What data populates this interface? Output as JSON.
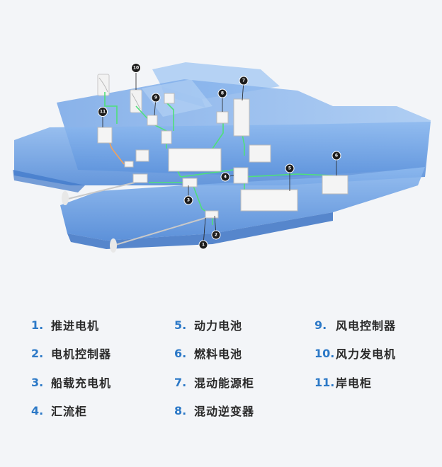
{
  "colors": {
    "hull": "#5b95e0",
    "cable": "#4fe07a",
    "cable_orange": "#f3a259",
    "marker": "#1d1d1d",
    "legend_number": "#2c79c7",
    "background": "#f3f5f8"
  },
  "markers": [
    "1",
    "2",
    "3",
    "4",
    "5",
    "6",
    "7",
    "8",
    "9",
    "10",
    "11"
  ],
  "legend": {
    "items": [
      {
        "num": "1.",
        "label": "推进电机"
      },
      {
        "num": "2.",
        "label": "电机控制器"
      },
      {
        "num": "3.",
        "label": "船载充电机"
      },
      {
        "num": "4.",
        "label": "汇流柜"
      },
      {
        "num": "5.",
        "label": "动力电池"
      },
      {
        "num": "6.",
        "label": "燃料电池"
      },
      {
        "num": "7.",
        "label": "混动能源柜"
      },
      {
        "num": "8.",
        "label": "混动逆变器"
      },
      {
        "num": "9.",
        "label": "风电控制器"
      },
      {
        "num": "10.",
        "label": "风力发电机"
      },
      {
        "num": "11.",
        "label": "岸电柜"
      }
    ]
  }
}
